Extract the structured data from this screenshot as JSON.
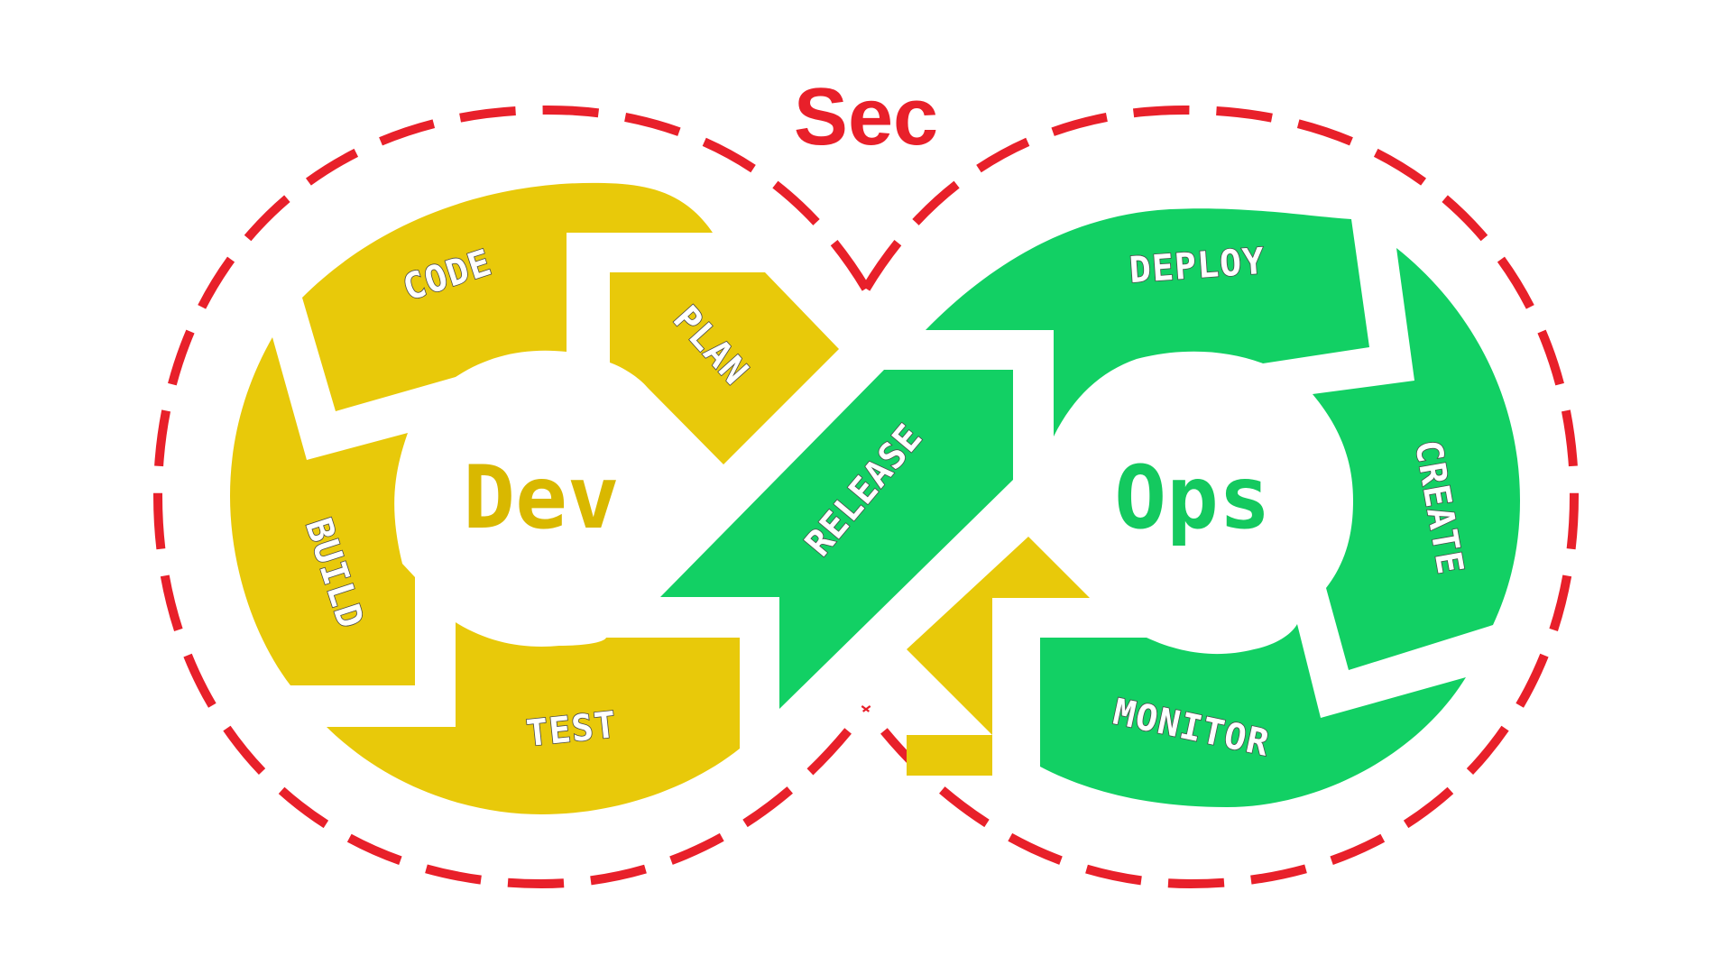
{
  "diagram": {
    "top_label": "Sec",
    "left_hub": "Dev",
    "right_hub": "Ops",
    "dev_steps": [
      "CODE",
      "PLAN",
      "BUILD",
      "TEST"
    ],
    "ops_steps": [
      "RELEASE",
      "DEPLOY",
      "CREATE",
      "MONITOR"
    ]
  },
  "colors": {
    "sec_red": "#e8202a",
    "dev_yellow": "#e8c90a",
    "dev_text": "#d9b800",
    "ops_green": "#12d064",
    "ops_text": "#14c95f",
    "label_white": "#ffffff"
  }
}
